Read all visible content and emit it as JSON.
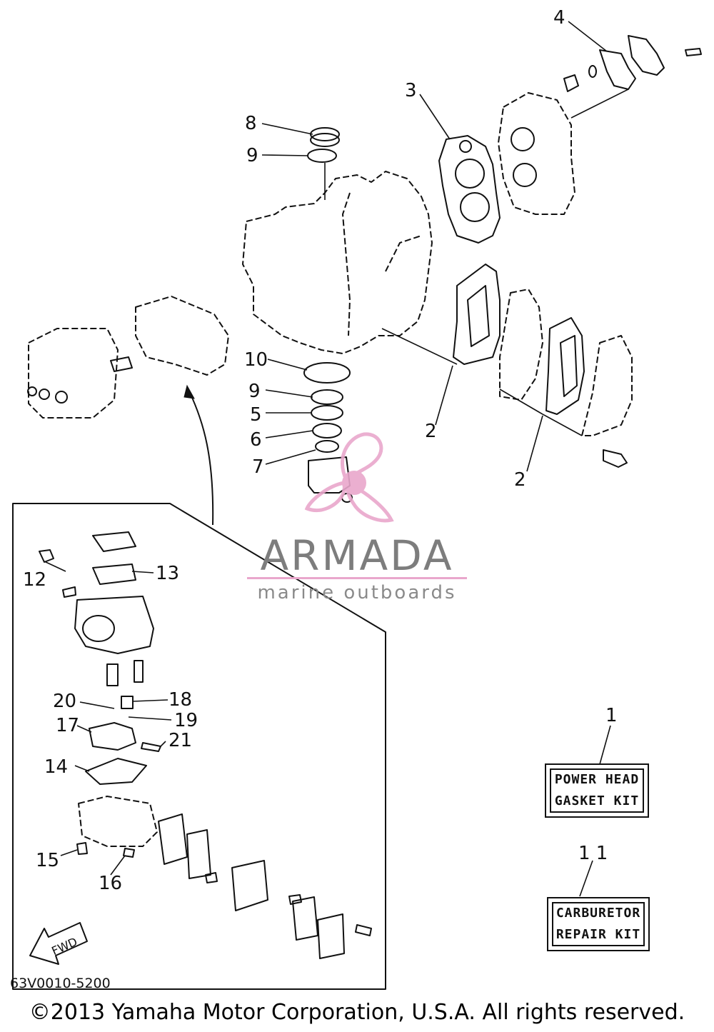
{
  "diagram": {
    "callouts": {
      "c1": "1",
      "c2a": "2",
      "c2b": "2",
      "c3": "3",
      "c4": "4",
      "c5": "5",
      "c6": "6",
      "c7": "7",
      "c8": "8",
      "c9a": "9",
      "c9b": "9",
      "c10": "10",
      "c11": "1 1",
      "c12": "12",
      "c13": "13",
      "c14": "14",
      "c15": "15",
      "c16": "16",
      "c17": "17",
      "c18": "18",
      "c19": "19",
      "c20": "20",
      "c21": "21"
    },
    "kits": {
      "power_head": [
        "POWER HEAD",
        "GASKET KIT"
      ],
      "carburetor": [
        "CARBURETOR",
        "REPAIR KIT"
      ]
    },
    "fwd_label": "FWD",
    "diagram_code": "63V0010-5200",
    "copyright": "©2013 Yamaha Motor Corporation, U.S.A. All rights reserved."
  },
  "watermark": {
    "name": "ARMADA",
    "tagline": "marine outboards",
    "accent_color": "#e9a7cc",
    "text_color": "#7d7d7d"
  }
}
